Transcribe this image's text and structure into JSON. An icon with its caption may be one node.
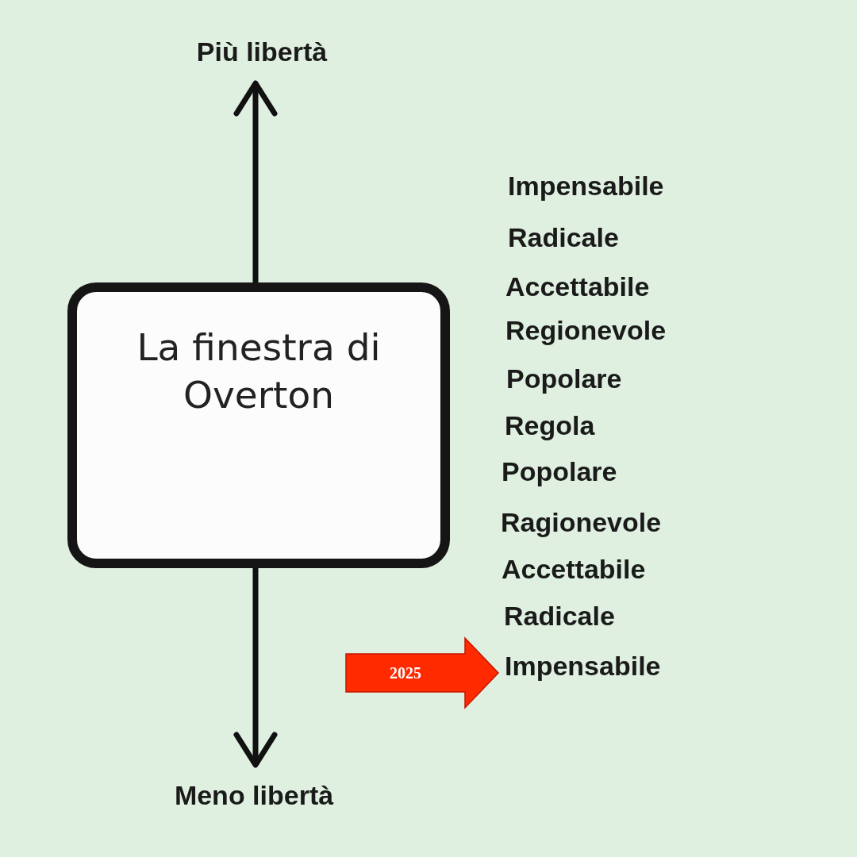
{
  "diagram": {
    "nodes": [
      {
        "text": [
          "La finestra di Overton"
        ]
      },
      {
        "text": [
          "Più libertà"
        ]
      },
      {
        "text": [
          "Meno libertà"
        ]
      },
      {
        "text": [
          "Impensabile"
        ]
      },
      {
        "text": [
          "Radicale"
        ]
      },
      {
        "text": [
          "Accettabile"
        ]
      },
      {
        "text": [
          "Regionevole"
        ]
      },
      {
        "text": [
          "Popolare"
        ]
      },
      {
        "text": [
          "Regola"
        ]
      },
      {
        "text": [
          "Popolare"
        ]
      },
      {
        "text": [
          "Ragionevole"
        ]
      },
      {
        "text": [
          "Accettabile"
        ]
      },
      {
        "text": [
          "Radicale"
        ]
      },
      {
        "text": [
          "Impensabile"
        ]
      }
    ],
    "edges": [
      {
        "from": 0,
        "to": 1,
        "arrow": "to"
      },
      {
        "from": 0,
        "to": 2,
        "arrow": "to"
      },
      {
        "from": null,
        "to": 13,
        "arrow": "to",
        "label": "2025",
        "style": "thick",
        "color": "#ff2a00"
      }
    ]
  }
}
